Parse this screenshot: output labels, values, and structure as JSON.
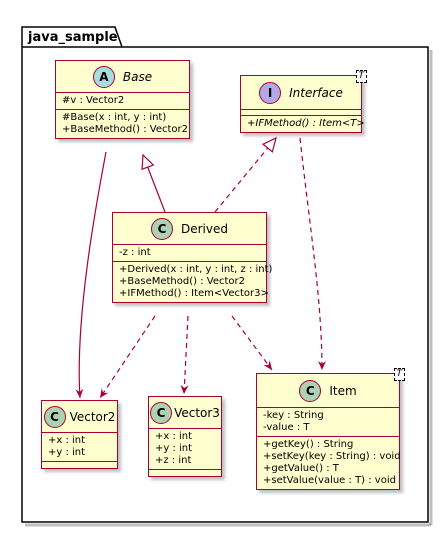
{
  "package": {
    "name": "java_sample"
  },
  "classes": {
    "base": {
      "stereotype_glyph": "A",
      "name": "Base",
      "fields": [
        "#v : Vector2"
      ],
      "methods": [
        "#Base(x : int, y : int)",
        "+BaseMethod() : Vector2"
      ]
    },
    "interface": {
      "stereotype_glyph": "I",
      "name": "Interface",
      "type_param": "T",
      "fields": [],
      "methods": [
        "+IFMethod() : Item<T>"
      ]
    },
    "derived": {
      "stereotype_glyph": "C",
      "name": "Derived",
      "fields": [
        "-z : int"
      ],
      "methods": [
        "+Derived(x : int, y : int, z : int)",
        "+BaseMethod() : Vector2",
        "+IFMethod() : Item<Vector3>"
      ]
    },
    "vector2": {
      "stereotype_glyph": "C",
      "name": "Vector2",
      "fields": [
        "+x : int",
        "+y : int"
      ],
      "methods": []
    },
    "vector3": {
      "stereotype_glyph": "C",
      "name": "Vector3",
      "fields": [
        "+x : int",
        "+y : int",
        "+z : int"
      ],
      "methods": []
    },
    "item": {
      "stereotype_glyph": "C",
      "name": "Item",
      "type_param": "T",
      "fields": [
        "-key : String",
        "-value : T"
      ],
      "methods": [
        "+getKey() : String",
        "+setKey(key : String) : void",
        "+getValue() : T",
        "+setValue(value : T) : void"
      ]
    }
  },
  "relations": [
    {
      "from": "derived",
      "to": "base",
      "kind": "generalization"
    },
    {
      "from": "derived",
      "to": "interface",
      "kind": "realization"
    },
    {
      "from": "base",
      "to": "vector2",
      "kind": "association"
    },
    {
      "from": "interface",
      "to": "item",
      "kind": "dependency"
    },
    {
      "from": "derived",
      "to": "vector2",
      "kind": "dependency"
    },
    {
      "from": "derived",
      "to": "vector3",
      "kind": "dependency"
    },
    {
      "from": "derived",
      "to": "item",
      "kind": "dependency"
    }
  ],
  "colors": {
    "class_fill": "#FEFECE",
    "border": "#A80036",
    "class_circle": "#ADD1B2",
    "abstract_circle": "#A9DCDF",
    "interface_circle": "#B4A7E5"
  }
}
